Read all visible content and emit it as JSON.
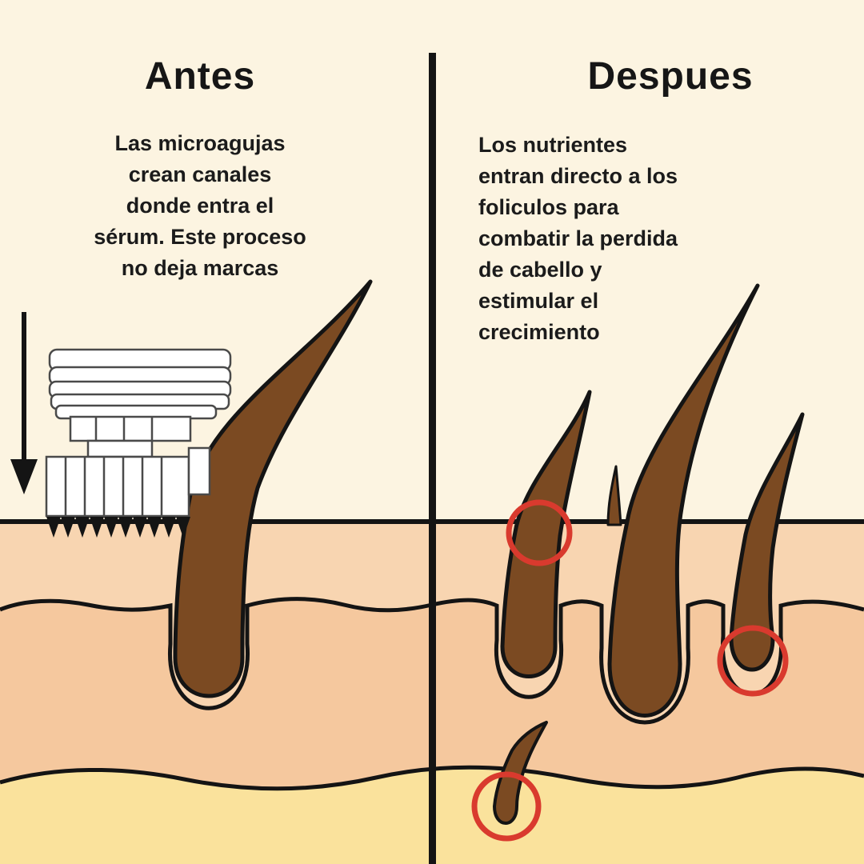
{
  "left": {
    "title": "Antes",
    "description": "Las microagujas\ncrean canales\ndonde entra el\nsérum. Este proceso\nno deja marcas"
  },
  "right": {
    "title": "Despues",
    "description": "Los nutrientes\nentran directo a los\nfoliculos para\ncombatir la perdida\nde cabello y\nestimular el\ncrecimiento"
  },
  "illustration": {
    "device": "derma-roller",
    "arrow": "down-arrow",
    "left_hair_count": 1,
    "right_hair_count": 5,
    "highlight_circle_count": 3
  },
  "colors": {
    "background": "#FCF4E1",
    "skin_top": "#F8D5B1",
    "dermis": "#F5C89E",
    "fat": "#FAE29C",
    "hair": "#7B4A22",
    "outline": "#141414",
    "red": "#D93A2E",
    "device_line": "#4A4A4A",
    "device_fill": "#FFFFFF"
  }
}
